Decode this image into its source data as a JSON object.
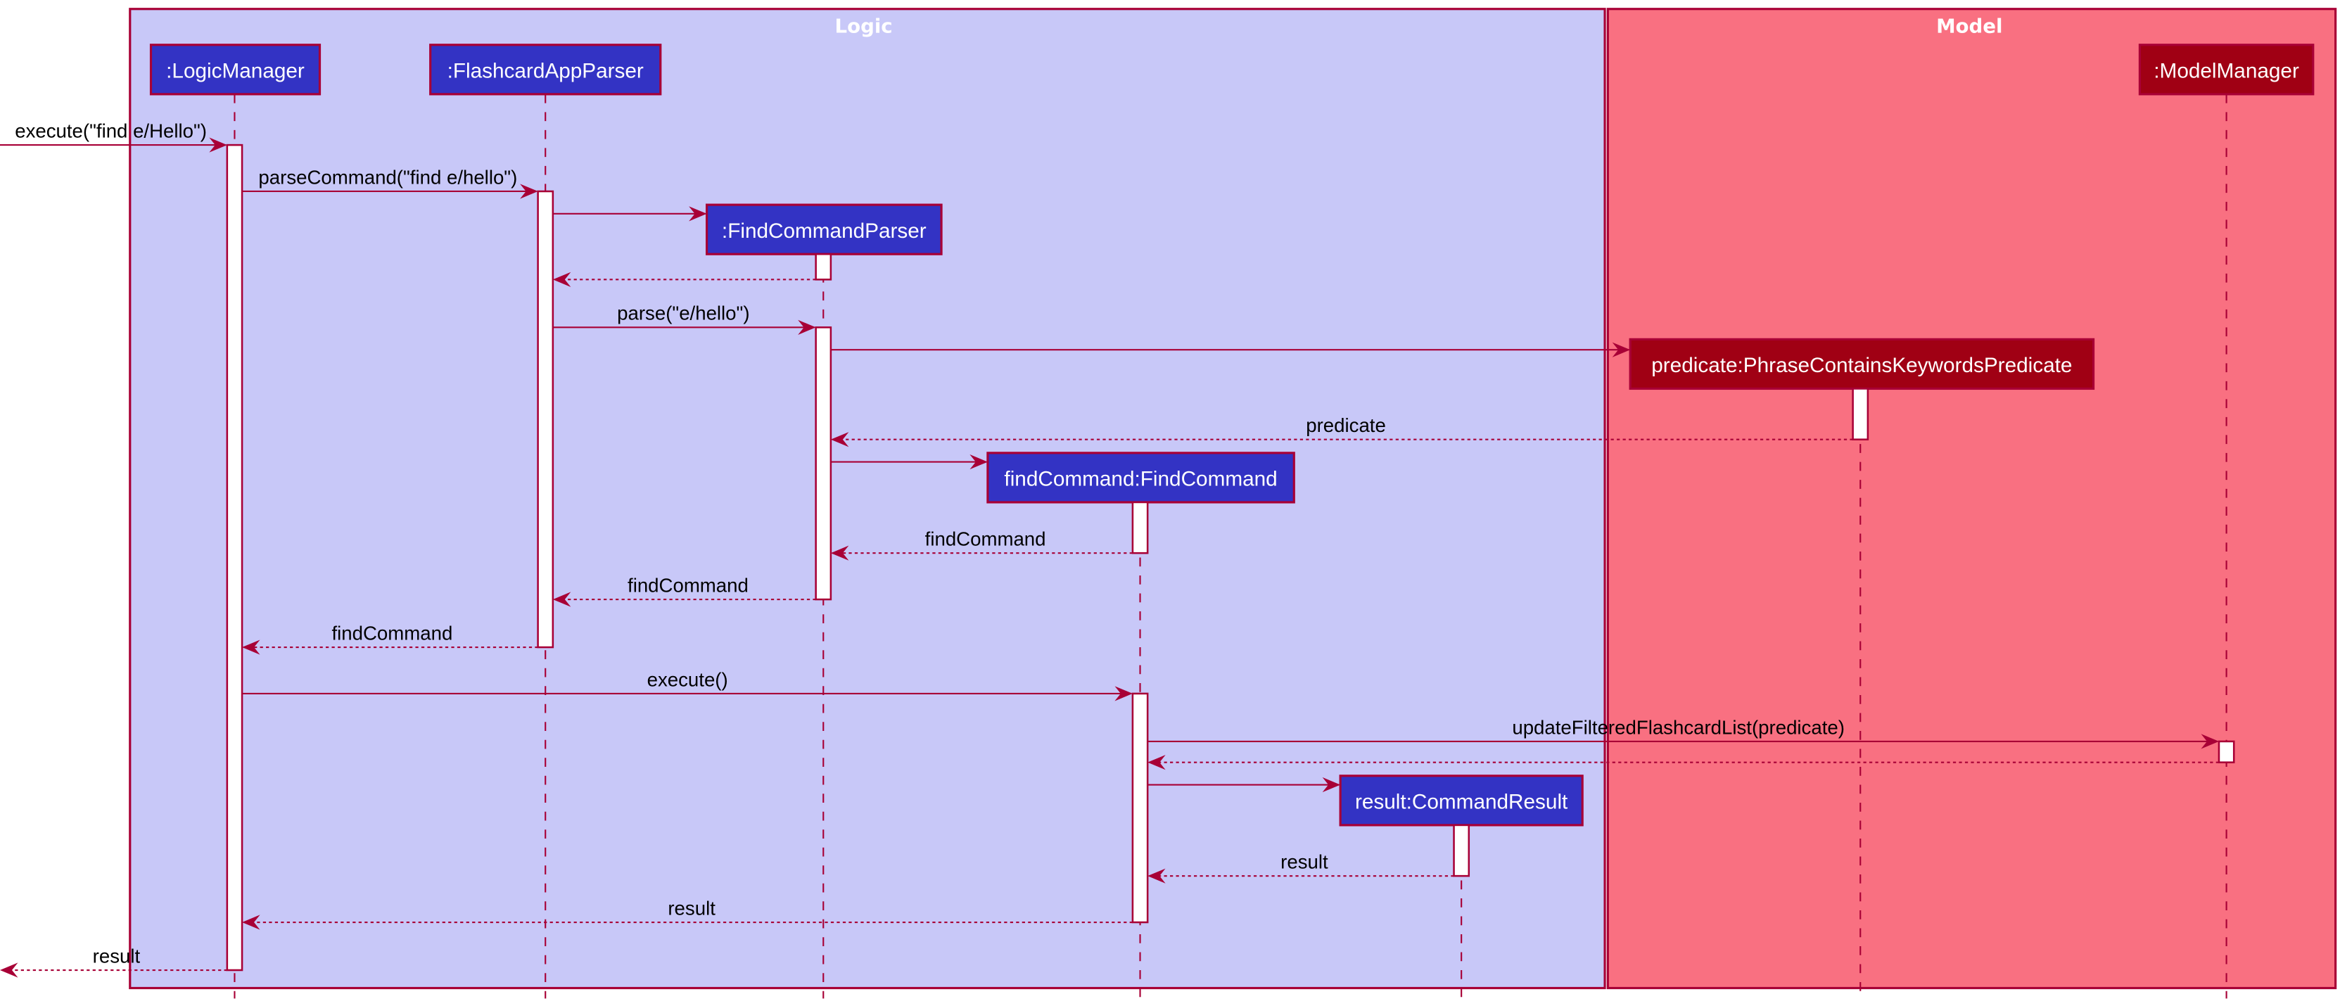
{
  "diagram": {
    "type": "sequence",
    "colors": {
      "logic_bg": "#C8C8F8",
      "model_bg": "#F97081",
      "border": "#A80036",
      "logic_participant": "#3333C4",
      "model_participant": "#A00014",
      "activation": "#FFFFFF",
      "text_on_box": "#FFFFFF",
      "message_text": "#000000"
    },
    "frames": [
      {
        "id": "logic",
        "title": "Logic"
      },
      {
        "id": "model",
        "title": "Model"
      }
    ],
    "participants": [
      {
        "id": "lm",
        "label": ":LogicManager",
        "frame": "logic"
      },
      {
        "id": "fap",
        "label": ":FlashcardAppParser",
        "frame": "logic"
      },
      {
        "id": "fcp",
        "label": ":FindCommandParser",
        "frame": "logic",
        "created": true
      },
      {
        "id": "fc",
        "label": "findCommand:FindCommand",
        "frame": "logic",
        "created": true
      },
      {
        "id": "cr",
        "label": "result:CommandResult",
        "frame": "logic",
        "created": true
      },
      {
        "id": "pred",
        "label": "predicate:PhraseContainsKeywordsPredicate",
        "frame": "model",
        "created": true
      },
      {
        "id": "mm",
        "label": ":ModelManager",
        "frame": "model"
      }
    ],
    "messages": [
      {
        "from": "external",
        "to": "lm",
        "label": "execute(\"find e/Hello\")",
        "kind": "call"
      },
      {
        "from": "lm",
        "to": "fap",
        "label": "parseCommand(\"find e/hello\")",
        "kind": "call"
      },
      {
        "from": "fap",
        "to": "fcp",
        "label": "",
        "kind": "create"
      },
      {
        "from": "fcp",
        "to": "fap",
        "label": "",
        "kind": "return"
      },
      {
        "from": "fap",
        "to": "fcp",
        "label": "parse(\"e/hello\")",
        "kind": "call"
      },
      {
        "from": "fcp",
        "to": "pred",
        "label": "",
        "kind": "create"
      },
      {
        "from": "pred",
        "to": "fcp",
        "label": "predicate",
        "kind": "return"
      },
      {
        "from": "fcp",
        "to": "fc",
        "label": "",
        "kind": "create"
      },
      {
        "from": "fc",
        "to": "fcp",
        "label": "findCommand",
        "kind": "return"
      },
      {
        "from": "fcp",
        "to": "fap",
        "label": "findCommand",
        "kind": "return"
      },
      {
        "from": "fap",
        "to": "lm",
        "label": "findCommand",
        "kind": "return"
      },
      {
        "from": "lm",
        "to": "fc",
        "label": "execute()",
        "kind": "call"
      },
      {
        "from": "fc",
        "to": "mm",
        "label": "updateFilteredFlashcardList(predicate)",
        "kind": "call"
      },
      {
        "from": "mm",
        "to": "fc",
        "label": "",
        "kind": "return"
      },
      {
        "from": "fc",
        "to": "cr",
        "label": "",
        "kind": "create"
      },
      {
        "from": "cr",
        "to": "fc",
        "label": "result",
        "kind": "return"
      },
      {
        "from": "fc",
        "to": "lm",
        "label": "result",
        "kind": "return"
      },
      {
        "from": "lm",
        "to": "external",
        "label": "result",
        "kind": "return"
      }
    ]
  }
}
